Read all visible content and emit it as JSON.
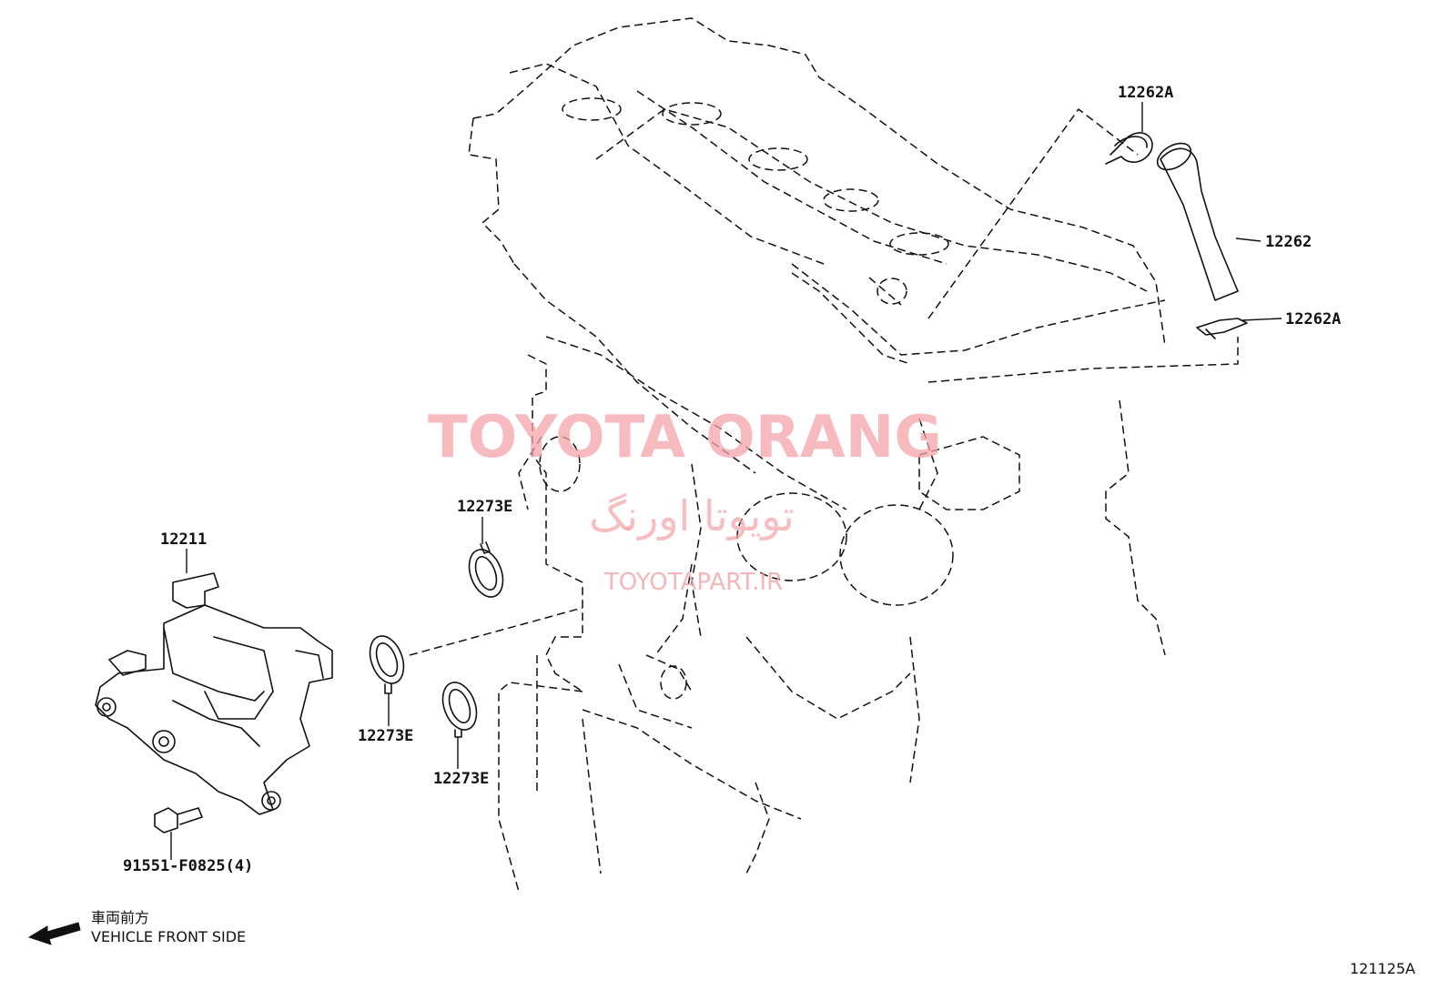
{
  "diagram": {
    "part_labels": {
      "hose_clip_top": "12262A",
      "hose": "12262",
      "hose_clip_bottom": "12262A",
      "separator": "12211",
      "bolt": "91551-F0825(4)",
      "gasket_upper": "12273E",
      "gasket_left": "12273E",
      "gasket_lower": "12273E"
    },
    "direction": {
      "label_jp": "車両前方",
      "label_en": "VEHICLE FRONT SIDE"
    },
    "figure_code": "121125A"
  },
  "watermark": {
    "brand": "TOYOTA ORANG",
    "brand_fa": "تویوتا اورنگ",
    "url": "TOYOTAPART.IR",
    "color": "#f4a3a8"
  },
  "icons": [
    "front-arrow-icon"
  ]
}
